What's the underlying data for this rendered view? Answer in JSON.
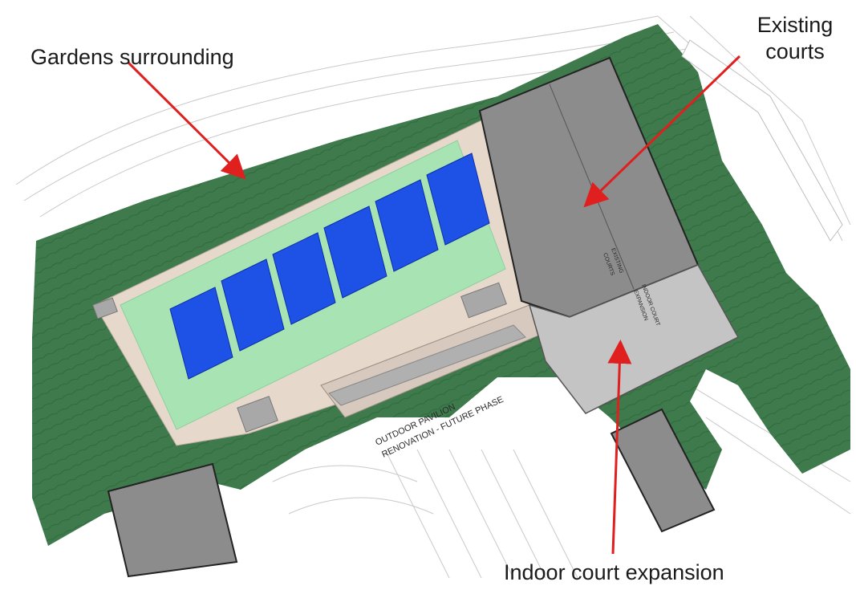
{
  "colors": {
    "garden": "#3f7a4c",
    "garden_dark": "#2f6a3c",
    "building": "#8c8c8c",
    "building_light": "#c4c4c4",
    "court_surround": "#a8e3b3",
    "court": "#1e52e6",
    "plaza": "#e7d8cc",
    "arrow": "#e01f1f",
    "road_line": "#bdbdbd"
  },
  "callouts": {
    "gardens": "Gardens surrounding",
    "existing_line1": "Existing",
    "existing_line2": "courts",
    "indoor": "Indoor court expansion"
  },
  "plan_labels": {
    "existing_courts_1": "EXISTING",
    "existing_courts_2": "COURTS",
    "indoor_expansion_1": "INDOOR COURT",
    "indoor_expansion_2": "EXPANSION",
    "pavilion_1": "OUTDOOR PAVILION",
    "pavilion_2": "RENOVATION - FUTURE PHASE"
  },
  "icons": {
    "arrow": "red-arrow-icon"
  }
}
